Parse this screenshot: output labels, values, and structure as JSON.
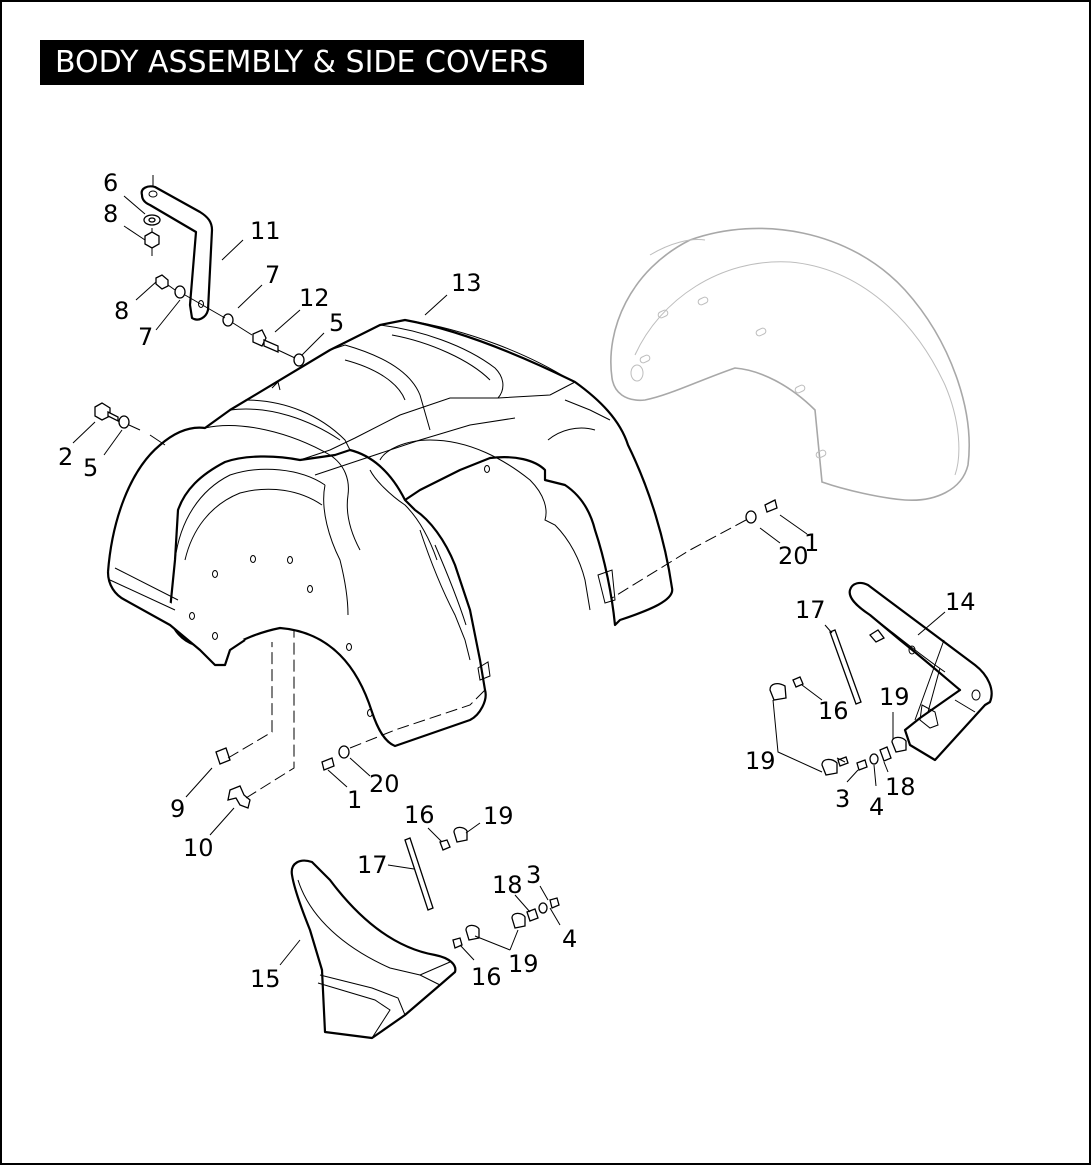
{
  "title": "BODY ASSEMBLY & SIDE COVERS",
  "callouts": [
    {
      "id": "c6",
      "text": "6"
    },
    {
      "id": "c8a",
      "text": "8"
    },
    {
      "id": "c11",
      "text": "11"
    },
    {
      "id": "c7a",
      "text": "7"
    },
    {
      "id": "c8b",
      "text": "8"
    },
    {
      "id": "c7b",
      "text": "7"
    },
    {
      "id": "c12",
      "text": "12"
    },
    {
      "id": "c5a",
      "text": "5"
    },
    {
      "id": "c13",
      "text": "13"
    },
    {
      "id": "c2",
      "text": "2"
    },
    {
      "id": "c5b",
      "text": "5"
    },
    {
      "id": "c1a",
      "text": "1"
    },
    {
      "id": "c20a",
      "text": "20"
    },
    {
      "id": "c17a",
      "text": "17"
    },
    {
      "id": "c14",
      "text": "14"
    },
    {
      "id": "c16a",
      "text": "16"
    },
    {
      "id": "c19a",
      "text": "19"
    },
    {
      "id": "c19b",
      "text": "19"
    },
    {
      "id": "c18a",
      "text": "18"
    },
    {
      "id": "c3a",
      "text": "3"
    },
    {
      "id": "c4a",
      "text": "4"
    },
    {
      "id": "c9",
      "text": "9"
    },
    {
      "id": "c10",
      "text": "10"
    },
    {
      "id": "c1b",
      "text": "1"
    },
    {
      "id": "c20b",
      "text": "20"
    },
    {
      "id": "c16b",
      "text": "16"
    },
    {
      "id": "c19c",
      "text": "19"
    },
    {
      "id": "c17b",
      "text": "17"
    },
    {
      "id": "c18b",
      "text": "18"
    },
    {
      "id": "c3b",
      "text": "3"
    },
    {
      "id": "c4b",
      "text": "4"
    },
    {
      "id": "c15",
      "text": "15"
    },
    {
      "id": "c16c",
      "text": "16"
    },
    {
      "id": "c19d",
      "text": "19"
    }
  ]
}
